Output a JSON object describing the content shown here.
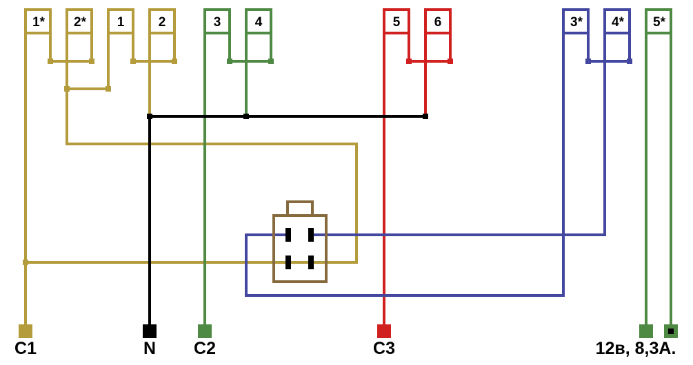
{
  "colors": {
    "yellow": "#b49b3c",
    "green": "#4e8a43",
    "red": "#d0201f",
    "blue": "#4447a0",
    "black": "#000000",
    "brown": "#866a3e"
  },
  "terminals": [
    {
      "id": "t1s",
      "label": "1*",
      "color": "yellow"
    },
    {
      "id": "t2s",
      "label": "2*",
      "color": "yellow"
    },
    {
      "id": "t1",
      "label": "1",
      "color": "yellow"
    },
    {
      "id": "t2",
      "label": "2",
      "color": "yellow"
    },
    {
      "id": "t3",
      "label": "3",
      "color": "green"
    },
    {
      "id": "t4",
      "label": "4",
      "color": "green"
    },
    {
      "id": "t5",
      "label": "5",
      "color": "red"
    },
    {
      "id": "t6",
      "label": "6",
      "color": "red"
    },
    {
      "id": "t3s",
      "label": "3*",
      "color": "blue"
    },
    {
      "id": "t4s",
      "label": "4*",
      "color": "blue"
    },
    {
      "id": "t5s",
      "label": "5*",
      "color": "green"
    }
  ],
  "outputs": [
    {
      "id": "c1",
      "label": "C1",
      "color": "yellow"
    },
    {
      "id": "n",
      "label": "N",
      "color": "black"
    },
    {
      "id": "c2",
      "label": "C2",
      "color": "green"
    },
    {
      "id": "c3",
      "label": "C3",
      "color": "red"
    },
    {
      "id": "p12",
      "label": "12в, 8,3А.",
      "color": "green"
    }
  ],
  "connector": {
    "name": "4-pin connector",
    "pins": 4
  }
}
